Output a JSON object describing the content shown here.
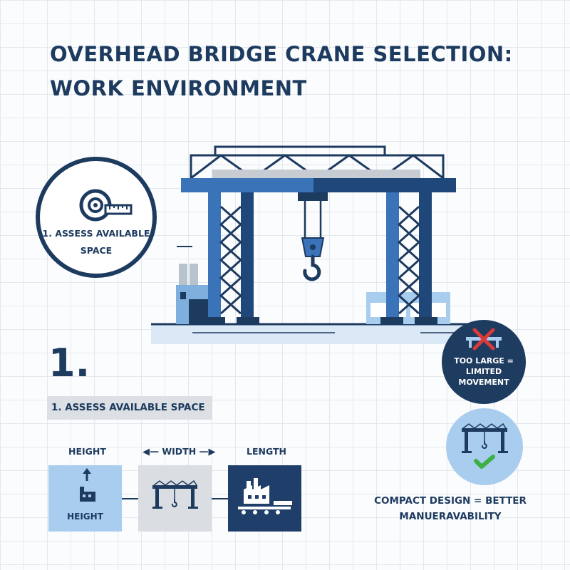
{
  "title": {
    "line1": "OVERHEAD BRIDGE CRANE SELECTION:",
    "line2": "WORK ENVIRONMENT"
  },
  "step_circle": {
    "icon": "tape-measure-icon",
    "label": "1. ASSESS AVAILABLE SPACE"
  },
  "step": {
    "number": "1.",
    "heading": "1. ASSESS AVAILABLE SPACE"
  },
  "dimensions": {
    "height_label": "HEIGHT",
    "width_label": "WIDTH",
    "length_label": "LENGTH",
    "height_box_label": "HEIGHT"
  },
  "warning": {
    "icon": "cross-mark-icon",
    "text": "TOO LARGE = LIMITED MOVEMENT"
  },
  "ok": {
    "icon": "check-mark-icon"
  },
  "compact": {
    "text": "COMPACT DESIGN = BETTER MANUERAVABILITY"
  },
  "colors": {
    "navy": "#1d3a5f",
    "blue": "#3a73b8",
    "light_blue": "#a9cdef",
    "grey": "#dadde1",
    "red": "#d93a3a",
    "green": "#3cb043"
  }
}
